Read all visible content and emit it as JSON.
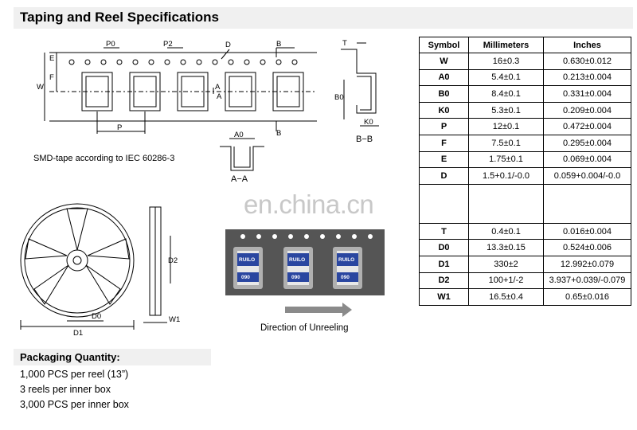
{
  "title": "Taping and Reel Specifications",
  "tape_drawing": {
    "labels": {
      "p0": "P0",
      "p2": "P2",
      "d": "D",
      "b_top": "B",
      "b_bottom": "B",
      "e": "E",
      "f": "F",
      "w": "W",
      "a_left": "A",
      "a_right": "A",
      "p": "P",
      "t": "T",
      "b0": "B0",
      "k0": "K0",
      "a0": "A0"
    },
    "section_bb": "B−B",
    "section_aa": "A−A",
    "tape_note": "SMD-tape according to IEC 60286-3"
  },
  "reel_drawing": {
    "labels": {
      "d2": "D2",
      "d0": "D0",
      "d1": "D1",
      "w1": "W1"
    }
  },
  "photo": {
    "watermark": "en.china.cn",
    "part_text_top": "RUILO",
    "part_text_bottom": "090",
    "direction_label": "Direction of Unreeling"
  },
  "table": {
    "headers": [
      "Symbol",
      "Millimeters",
      "Inches"
    ],
    "rows_top": [
      {
        "symbol": "W",
        "mm": "16±0.3",
        "inch": "0.630±0.012"
      },
      {
        "symbol": "A0",
        "mm": "5.4±0.1",
        "inch": "0.213±0.004"
      },
      {
        "symbol": "B0",
        "mm": "8.4±0.1",
        "inch": "0.331±0.004"
      },
      {
        "symbol": "K0",
        "mm": "5.3±0.1",
        "inch": "0.209±0.004"
      },
      {
        "symbol": "P",
        "mm": "12±0.1",
        "inch": "0.472±0.004"
      },
      {
        "symbol": "F",
        "mm": "7.5±0.1",
        "inch": "0.295±0.004"
      },
      {
        "symbol": "E",
        "mm": "1.75±0.1",
        "inch": "0.069±0.004"
      },
      {
        "symbol": "D",
        "mm": "1.5+0.1/-0.0",
        "inch": "0.059+0.004/-0.0"
      }
    ],
    "rows_bottom": [
      {
        "symbol": "T",
        "mm": "0.4±0.1",
        "inch": "0.016±0.004"
      },
      {
        "symbol": "D0",
        "mm": "13.3±0.15",
        "inch": "0.524±0.006"
      },
      {
        "symbol": "D1",
        "mm": "330±2",
        "inch": "12.992±0.079"
      },
      {
        "symbol": "D2",
        "mm": "100+1/-2",
        "inch": "3.937+0.039/-0.079"
      },
      {
        "symbol": "W1",
        "mm": "16.5±0.4",
        "inch": "0.65±0.016"
      }
    ]
  },
  "packaging": {
    "title": "Packaging Quantity:",
    "lines": [
      "1,000 PCS per reel (13”)",
      "3 reels per inner box",
      "3,000 PCS per inner box"
    ]
  },
  "colors": {
    "tape_photo": "#555555",
    "part_blue": "#2a46a0",
    "arrow_gray": "#8a8a8a"
  }
}
